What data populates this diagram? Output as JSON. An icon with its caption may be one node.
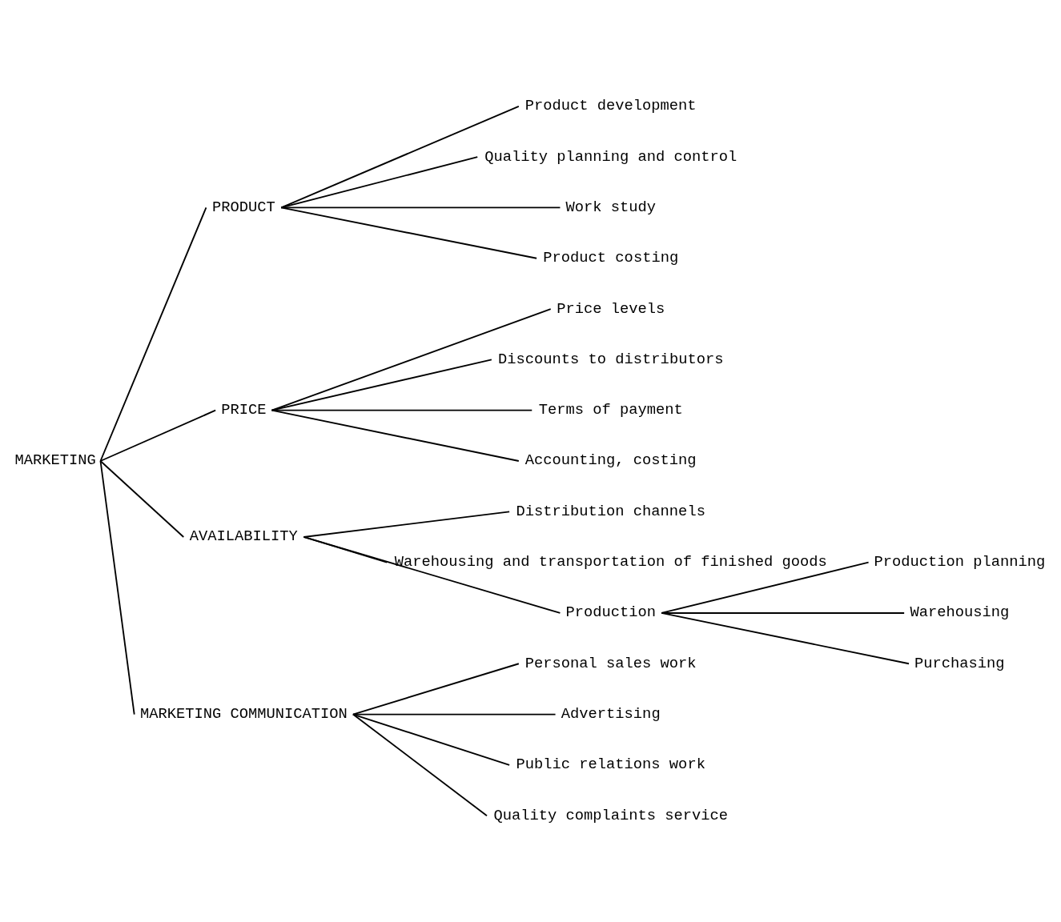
{
  "diagram": {
    "nodes": [
      {
        "text": [
          "MARKETING"
        ]
      },
      {
        "text": [
          "PRODUCT"
        ]
      },
      {
        "text": [
          "Product development"
        ]
      },
      {
        "text": [
          "Quality planning and control"
        ]
      },
      {
        "text": [
          "Work study"
        ]
      },
      {
        "text": [
          "Product costing"
        ]
      },
      {
        "text": [
          "PRICE"
        ]
      },
      {
        "text": [
          "Price levels"
        ]
      },
      {
        "text": [
          "Discounts to distributors"
        ]
      },
      {
        "text": [
          "Terms of payment"
        ]
      },
      {
        "text": [
          "Accounting, costing"
        ]
      },
      {
        "text": [
          "AVAILABILITY"
        ]
      },
      {
        "text": [
          "Distribution channels"
        ]
      },
      {
        "text": [
          "Warehousing and transportation of finished goods"
        ]
      },
      {
        "text": [
          "Production"
        ]
      },
      {
        "text": [
          "Production planning"
        ]
      },
      {
        "text": [
          "Warehousing"
        ]
      },
      {
        "text": [
          "Purchasing"
        ]
      },
      {
        "text": [
          "MARKETING COMMUNICATION"
        ]
      },
      {
        "text": [
          "Personal sales work"
        ]
      },
      {
        "text": [
          "Advertising"
        ]
      },
      {
        "text": [
          "Public relations work"
        ]
      },
      {
        "text": [
          "Quality complaints service"
        ]
      }
    ],
    "edges": [
      {
        "from": 0,
        "to": 1,
        "arrow": "none"
      },
      {
        "from": 0,
        "to": 6,
        "arrow": "none"
      },
      {
        "from": 0,
        "to": 11,
        "arrow": "none"
      },
      {
        "from": 0,
        "to": 18,
        "arrow": "none"
      },
      {
        "from": 1,
        "to": 2,
        "arrow": "none"
      },
      {
        "from": 1,
        "to": 3,
        "arrow": "none"
      },
      {
        "from": 1,
        "to": 4,
        "arrow": "none"
      },
      {
        "from": 1,
        "to": 5,
        "arrow": "none"
      },
      {
        "from": 6,
        "to": 7,
        "arrow": "none"
      },
      {
        "from": 6,
        "to": 8,
        "arrow": "none"
      },
      {
        "from": 6,
        "to": 9,
        "arrow": "none"
      },
      {
        "from": 6,
        "to": 10,
        "arrow": "none"
      },
      {
        "from": 11,
        "to": 12,
        "arrow": "none"
      },
      {
        "from": 11,
        "to": 13,
        "arrow": "none"
      },
      {
        "from": 11,
        "to": 14,
        "arrow": "none"
      },
      {
        "from": 14,
        "to": 15,
        "arrow": "none"
      },
      {
        "from": 14,
        "to": 16,
        "arrow": "none"
      },
      {
        "from": 14,
        "to": 17,
        "arrow": "none"
      },
      {
        "from": 18,
        "to": 19,
        "arrow": "none"
      },
      {
        "from": 18,
        "to": 20,
        "arrow": "none"
      },
      {
        "from": 18,
        "to": 21,
        "arrow": "none"
      },
      {
        "from": 18,
        "to": 22,
        "arrow": "none"
      }
    ]
  }
}
